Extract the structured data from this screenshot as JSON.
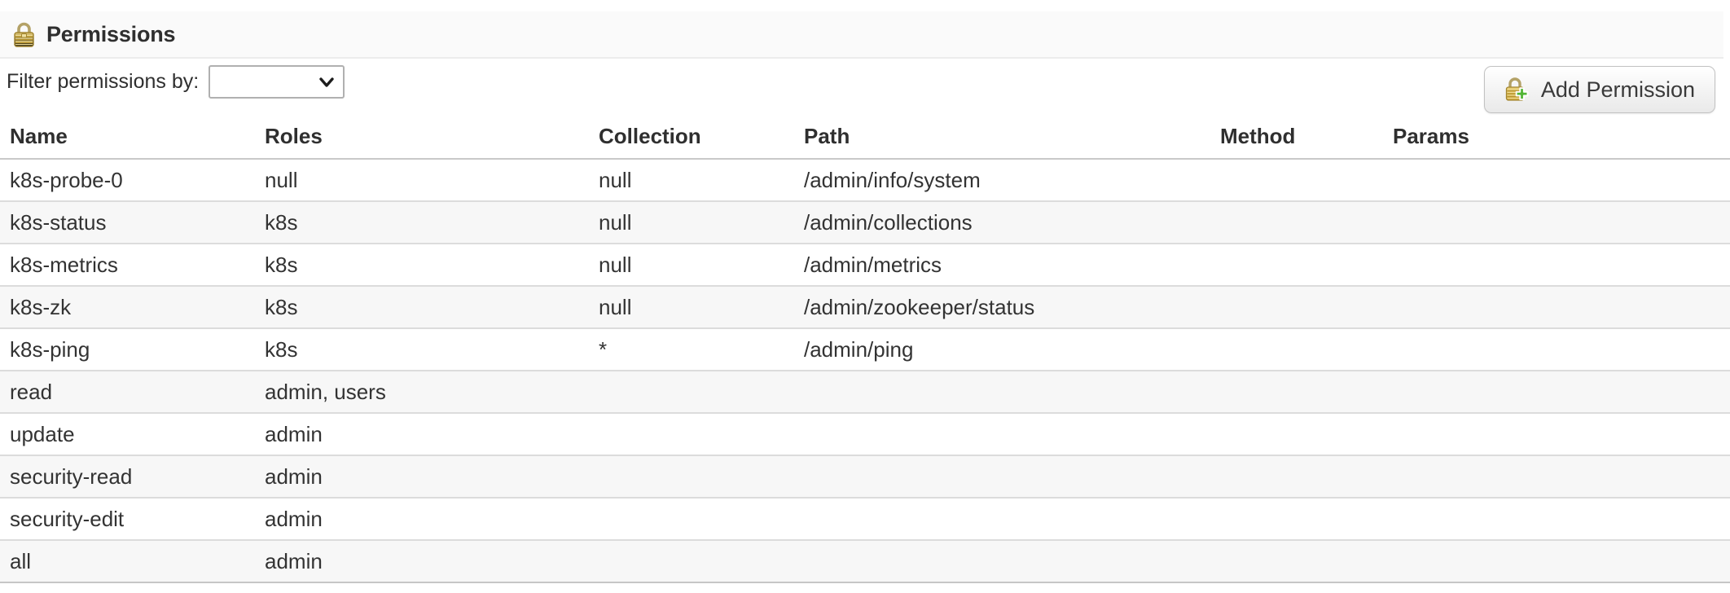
{
  "header": {
    "title": "Permissions"
  },
  "toolbar": {
    "filter_label": "Filter permissions by:",
    "filter_value": "",
    "add_button_label": "Add Permission"
  },
  "table": {
    "columns": [
      "Name",
      "Roles",
      "Collection",
      "Path",
      "Method",
      "Params"
    ],
    "rows": [
      [
        "k8s-probe-0",
        "null",
        "null",
        "/admin/info/system",
        "",
        ""
      ],
      [
        "k8s-status",
        "k8s",
        "null",
        "/admin/collections",
        "",
        ""
      ],
      [
        "k8s-metrics",
        "k8s",
        "null",
        "/admin/metrics",
        "",
        ""
      ],
      [
        "k8s-zk",
        "k8s",
        "null",
        "/admin/zookeeper/status",
        "",
        ""
      ],
      [
        "k8s-ping",
        "k8s",
        "*",
        "/admin/ping",
        "",
        ""
      ],
      [
        "read",
        "admin, users",
        "",
        "",
        "",
        ""
      ],
      [
        "update",
        "admin",
        "",
        "",
        "",
        ""
      ],
      [
        "security-read",
        "admin",
        "",
        "",
        "",
        ""
      ],
      [
        "security-edit",
        "admin",
        "",
        "",
        "",
        ""
      ],
      [
        "all",
        "admin",
        "",
        "",
        "",
        ""
      ]
    ]
  },
  "colors": {
    "header_bar_bg": "#fafafa",
    "row_alt_bg": "#f7f7f7",
    "row_border": "#dcdcdc",
    "header_border": "#c9c9c9",
    "lock_gold": "#dcba55",
    "plus_green": "#52b536",
    "text": "#333333"
  },
  "icons": {
    "panel": "lock-icon",
    "add_button": "lock-plus-icon",
    "select": "chevron-down-icon"
  }
}
